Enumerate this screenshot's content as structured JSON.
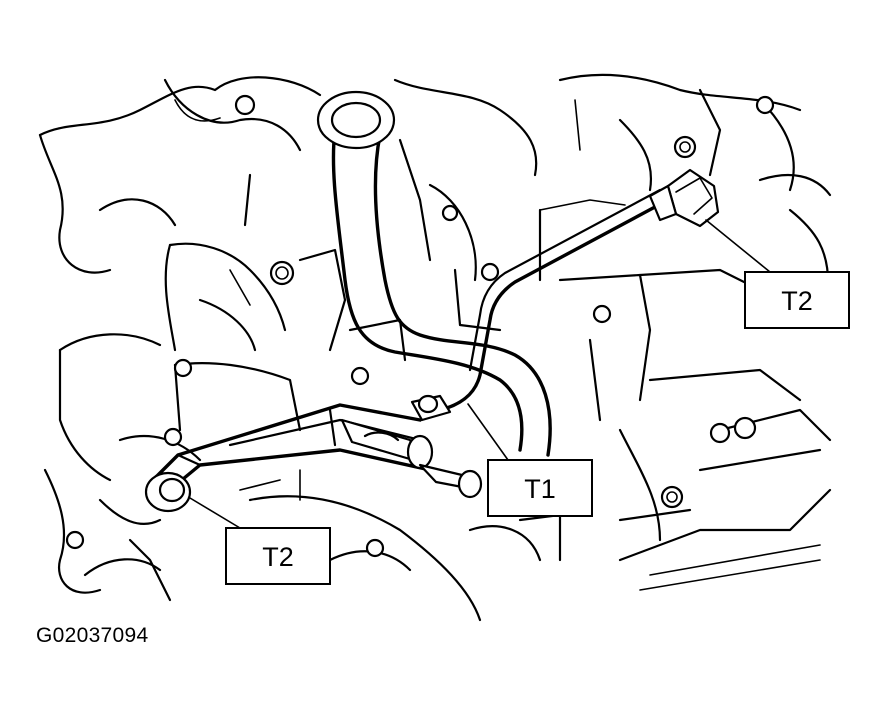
{
  "callouts": {
    "t2_upper": "T2",
    "t1": "T1",
    "t2_lower": "T2"
  },
  "figure_id": "G02037094"
}
